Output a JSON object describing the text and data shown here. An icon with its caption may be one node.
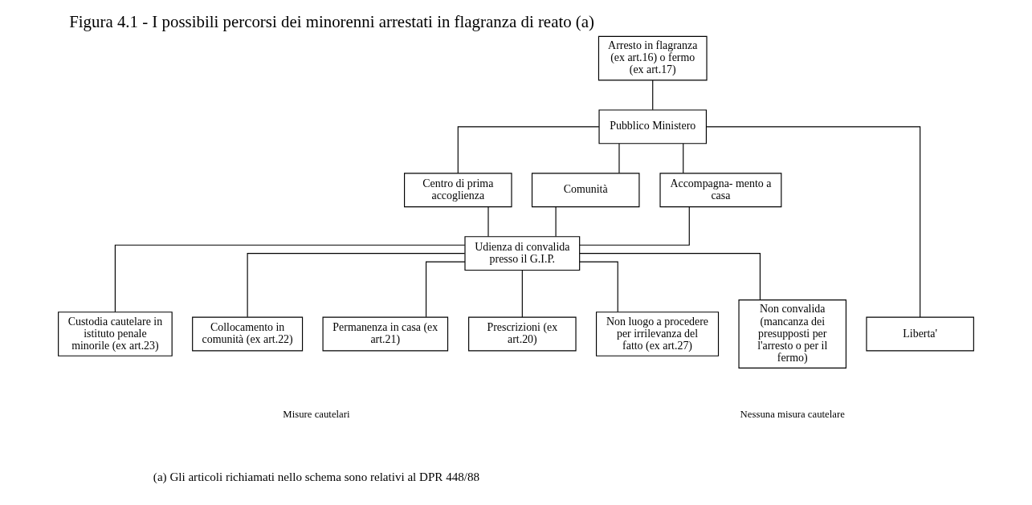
{
  "diagram": {
    "title": "Figura 4.1 - I possibili percorsi dei minorenni arrestati in flagranza di reato (a)",
    "caption": "(a) Gli articoli richiamati nello schema sono relativi al DPR 448/88",
    "nodes": [
      {
        "text": [
          "Arresto in flagranza (ex art.16) o fermo (ex art.17)"
        ]
      },
      {
        "text": [
          "Pubblico Ministero"
        ]
      },
      {
        "text": [
          "Centro di prima accoglienza"
        ]
      },
      {
        "text": [
          "Comunità"
        ]
      },
      {
        "text": [
          "Accompagna- mento a casa"
        ]
      },
      {
        "text": [
          "Udienza di convalida presso il G.I.P."
        ]
      },
      {
        "text": [
          "Custodia cautelare in istituto penale minorile (ex art.23)"
        ]
      },
      {
        "text": [
          "Collocamento in comunità (ex art.22)"
        ]
      },
      {
        "text": [
          "Permanenza in casa (ex art.21)"
        ]
      },
      {
        "text": [
          "Prescrizioni (ex art.20)"
        ]
      },
      {
        "text": [
          "Non luogo a procedere per irrilevanza del fatto (ex art.27)"
        ]
      },
      {
        "text": [
          "Non convalida (mancanza dei presupposti per l'arresto o per il fermo)"
        ]
      },
      {
        "text": [
          "Liberta'"
        ]
      }
    ],
    "edges": [
      {
        "from": 0,
        "to": 1,
        "arrow": "none"
      },
      {
        "from": 1,
        "to": 2,
        "arrow": "none"
      },
      {
        "from": 1,
        "to": 3,
        "arrow": "none"
      },
      {
        "from": 1,
        "to": 4,
        "arrow": "none"
      },
      {
        "from": 1,
        "to": 12,
        "arrow": "none"
      },
      {
        "from": 2,
        "to": 5,
        "arrow": "none"
      },
      {
        "from": 3,
        "to": 5,
        "arrow": "none"
      },
      {
        "from": 4,
        "to": 5,
        "arrow": "none"
      },
      {
        "from": 5,
        "to": 6,
        "arrow": "none"
      },
      {
        "from": 5,
        "to": 7,
        "arrow": "none"
      },
      {
        "from": 5,
        "to": 8,
        "arrow": "none"
      },
      {
        "from": 5,
        "to": 9,
        "arrow": "none"
      },
      {
        "from": 5,
        "to": 10,
        "arrow": "none"
      },
      {
        "from": 5,
        "to": 11,
        "arrow": "none"
      }
    ],
    "labels": [
      "Misure cautelari",
      "Nessuna misura cautelare"
    ]
  }
}
